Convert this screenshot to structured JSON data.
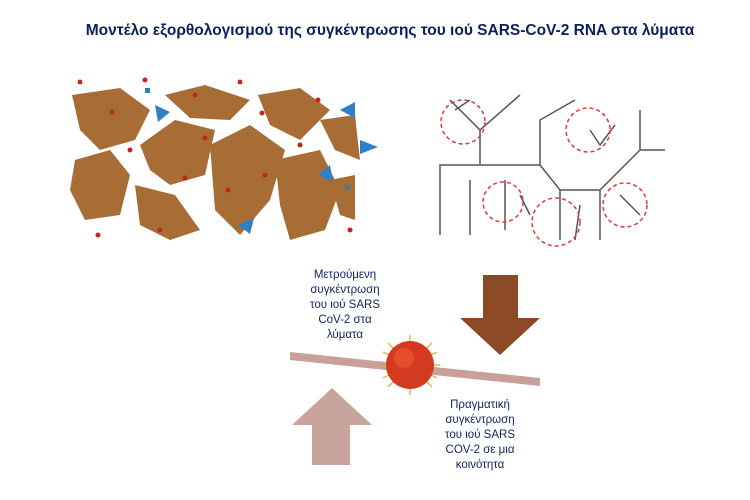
{
  "title": "Μοντέλο εξορθολογισμού της συγκέντρωσης του ιού SARS-CoV-2 RNA στα λύματα",
  "measured_label": [
    "Μετρούμενη",
    "συγκέντρωση",
    "του ιού SARS",
    "CoV-2 στα",
    "λύματα"
  ],
  "actual_label": [
    "Πραγματική",
    "συγκέντρωση",
    "του ιού SARS",
    "COV-2 σε μια",
    "κοινότητα"
  ],
  "colors": {
    "title": "#0b1f5c",
    "soil": "#a86d35",
    "particle": "#c0281e",
    "flow_arrow": "#2f7fc8",
    "down_arrow": "#8b4a25",
    "up_arrow": "#c9a49c",
    "beam": "#c8a098",
    "dashed_circle": "#e23a3a"
  }
}
